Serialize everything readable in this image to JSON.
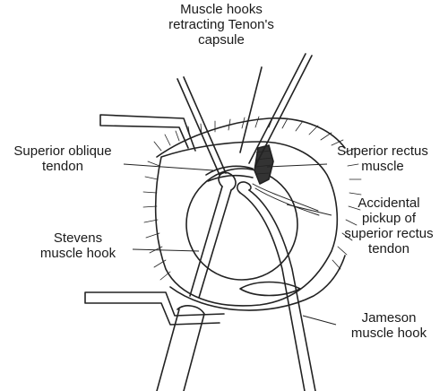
{
  "labels": {
    "muscle_hooks": [
      "Muscle hooks",
      "retracting Tenon's",
      "capsule"
    ],
    "superior_oblique": [
      "Superior oblique",
      "tendon"
    ],
    "superior_rectus": [
      "Superior rectus",
      "muscle"
    ],
    "accidental_pickup": [
      "Accidental",
      "pickup of",
      "superior rectus",
      "tendon"
    ],
    "stevens_hook": [
      "Stevens",
      "muscle hook"
    ],
    "jameson_hook": [
      "Jameson",
      "muscle hook"
    ]
  }
}
